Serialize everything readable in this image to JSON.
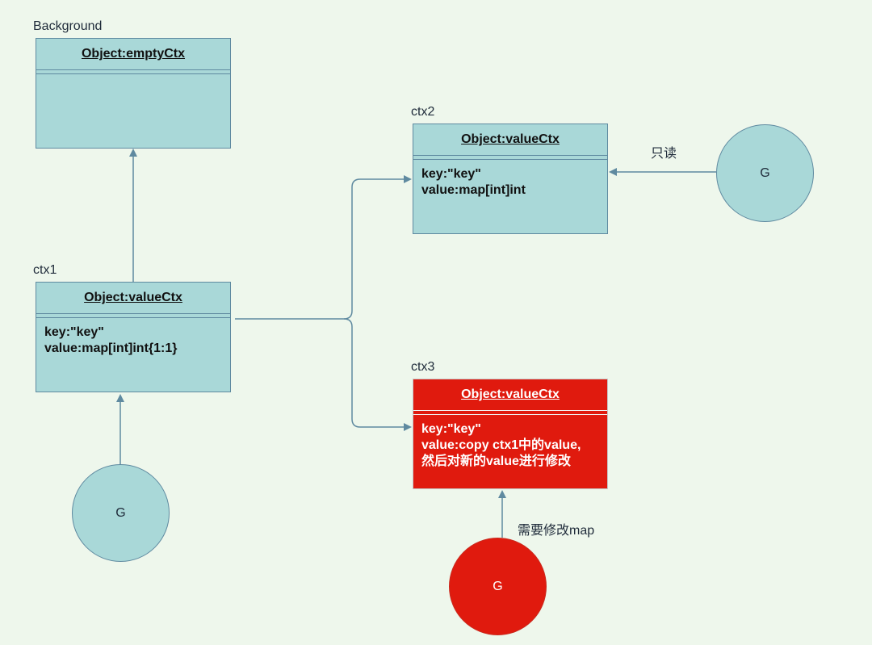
{
  "colors": {
    "background": "#eef7ec",
    "node_fill": "#a9d8d8",
    "node_border": "#5f8aa0",
    "highlight_fill": "#e01a0e",
    "arrow": "#5f8aa0"
  },
  "background_node": {
    "caption": "Background",
    "title": "Object:emptyCtx",
    "lines": []
  },
  "ctx1": {
    "caption": "ctx1",
    "title": "Object:valueCtx",
    "lines": [
      "key:\"key\"",
      "value:map[int]int{1:1}"
    ]
  },
  "ctx2": {
    "caption": "ctx2",
    "title": "Object:valueCtx",
    "lines": [
      "key:\"key\"",
      "value:map[int]int"
    ]
  },
  "ctx3": {
    "caption": "ctx3",
    "title": "Object:valueCtx",
    "lines": [
      "key:\"key\"",
      "value:copy ctx1中的value,",
      "然后对新的value进行修改"
    ]
  },
  "goroutines": {
    "g1": "G",
    "g2": "G",
    "g3": "G"
  },
  "edge_labels": {
    "readonly": "只读",
    "modify_map": "需要修改map"
  }
}
